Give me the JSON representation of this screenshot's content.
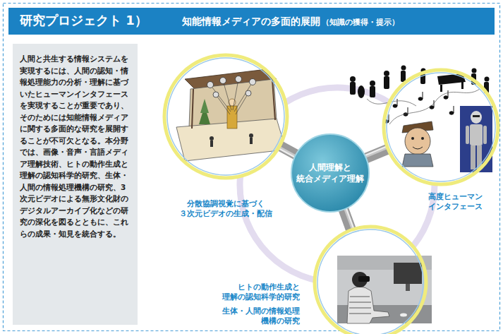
{
  "diagram": {
    "title": "研究プロジェクト 1）",
    "nodes": [
      {
        "text": [
          "人間と共生する情報システムを実現するには、人間の認知・情報処理能力の分析・理解に基づいたヒューマンインタフェースを実現することが重要であり、そのためには知能情報メディアに関する多面的な研究を展開することが不可欠となる。本分野では、画像・音声・言語メディア理解技術、ヒトの動作生成と理解の認知科学的研究、生体・人間の情報処理機構の研究、3次元ビデオによる無形文化財のデジタルアーカイブ化などの研究の深化を図るとともに、これらの成果・知見を統合する。"
        ]
      },
      {
        "text": [
          "分散協調視覚に基づく ３次元ビデオの生成・配信"
        ]
      },
      {
        "text": [
          "高度ヒューマン インタフェース"
        ]
      },
      {
        "text": [
          "人間理解と 統合メディア理解"
        ]
      },
      {
        "text": [
          "ヒトの動作生成と 理解の認知科学的研究",
          "生体・人間の情報処理 機構の研究"
        ]
      }
    ],
    "edges": [
      {
        "from": 3,
        "to": 1,
        "arrow": "none"
      },
      {
        "from": 3,
        "to": 2,
        "arrow": "none"
      },
      {
        "from": 3,
        "to": 4,
        "arrow": "none"
      }
    ],
    "labels": [
      "知能情報メディアの多面的展開",
      "（知識の獲得・提示）"
    ]
  }
}
